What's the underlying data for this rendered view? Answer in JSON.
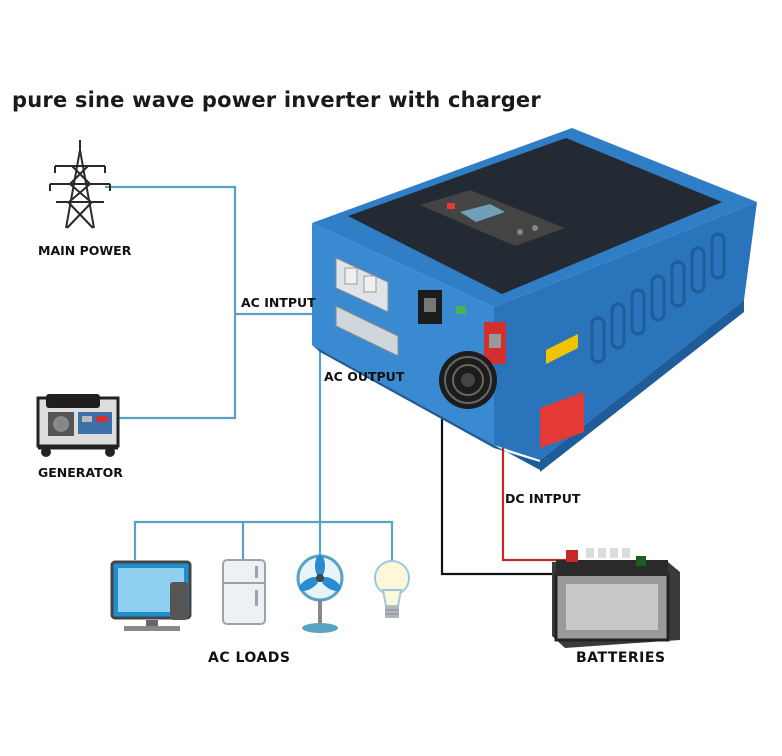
{
  "title": "pure sine wave power inverter with charger",
  "labels": {
    "main_power": "MAIN POWER",
    "generator": "GENERATOR",
    "ac_input": "AC INTPUT",
    "ac_output": "AC OUTPUT",
    "dc_input": "DC INTPUT",
    "ac_loads": "AC LOADS",
    "batteries": "BATTERIES"
  },
  "colors": {
    "ac_wire": "#5aa2c4",
    "dc_positive_wire": "#c62828",
    "dc_negative_wire": "#111111",
    "inverter_body": "#2f7ec6",
    "inverter_top": "#232a33"
  },
  "icons": [
    "power-tower-icon",
    "generator-icon",
    "tv-icon",
    "fridge-icon",
    "fan-icon",
    "lightbulb-icon",
    "battery-icon",
    "inverter-unit-icon"
  ]
}
